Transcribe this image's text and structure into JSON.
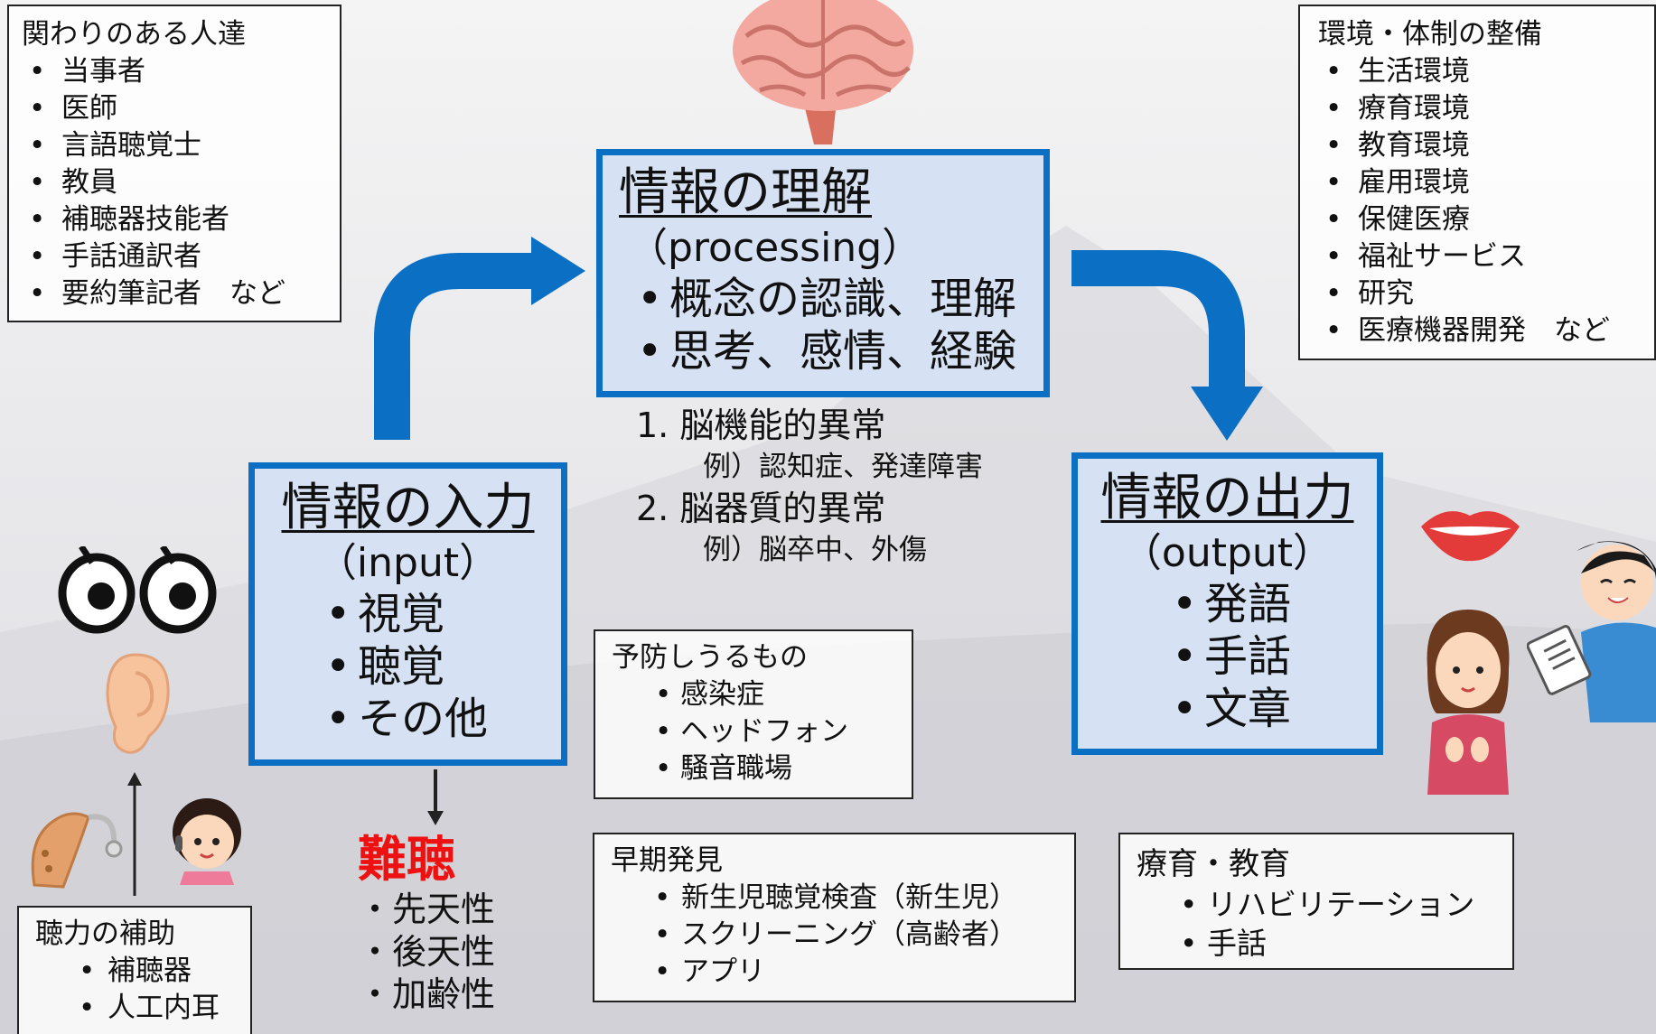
{
  "people_box": {
    "title": "関わりのある人達",
    "items": [
      "当事者",
      "医師",
      "言語聴覚士",
      "教員",
      "補聴器技能者",
      "手話通訳者",
      "要約筆記者　など"
    ]
  },
  "environment_box": {
    "title": "環境・体制の整備",
    "items": [
      "生活環境",
      "療育環境",
      "教育環境",
      "雇用環境",
      "保健医療",
      "福祉サービス",
      "研究",
      "医療機器開発　など"
    ]
  },
  "processing": {
    "title": "情報の理解",
    "subtitle": "（processing）",
    "items": [
      "概念の認識、理解",
      "思考、感情、経験"
    ]
  },
  "input": {
    "title": "情報の入力",
    "subtitle": "（input）",
    "items": [
      "視覚",
      "聴覚",
      "その他"
    ]
  },
  "output": {
    "title": "情報の出力",
    "subtitle": "（output）",
    "items": [
      "発語",
      "手話",
      "文章"
    ]
  },
  "brain_disorders": {
    "item1": "1. 脳機能的異常",
    "item1_example": "例）認知症、発達障害",
    "item2": "2. 脳器質的異常",
    "item2_example": "例）脳卒中、外傷"
  },
  "prevention_box": {
    "title": "予防しうるもの",
    "items": [
      "感染症",
      "ヘッドフォン",
      "騒音職場"
    ]
  },
  "early_detection_box": {
    "title": "早期発見",
    "items": [
      "新生児聴覚検査（新生児）",
      "スクリーニング（高齢者）",
      "アプリ"
    ]
  },
  "rehab_box": {
    "title": "療育・教育",
    "items": [
      "リハビリテーション",
      "手話"
    ]
  },
  "hearing_loss": {
    "title": "難聴",
    "items": [
      "・先天性",
      "・後天性",
      "・加齢性"
    ]
  },
  "hearing_aid_box": {
    "title": "聴力の補助",
    "items": [
      "補聴器",
      "人工内耳"
    ]
  },
  "colors": {
    "arrow_blue": "#0b6fc4",
    "box_fill": "#d6e2f3",
    "hearing_loss_red": "#ee1111"
  },
  "icons": [
    "brain-icon",
    "eyes-icon",
    "ear-icon",
    "hearing-aid-icon",
    "person-headset-icon",
    "lips-icon",
    "woman-signing-icon",
    "man-notepad-icon"
  ]
}
